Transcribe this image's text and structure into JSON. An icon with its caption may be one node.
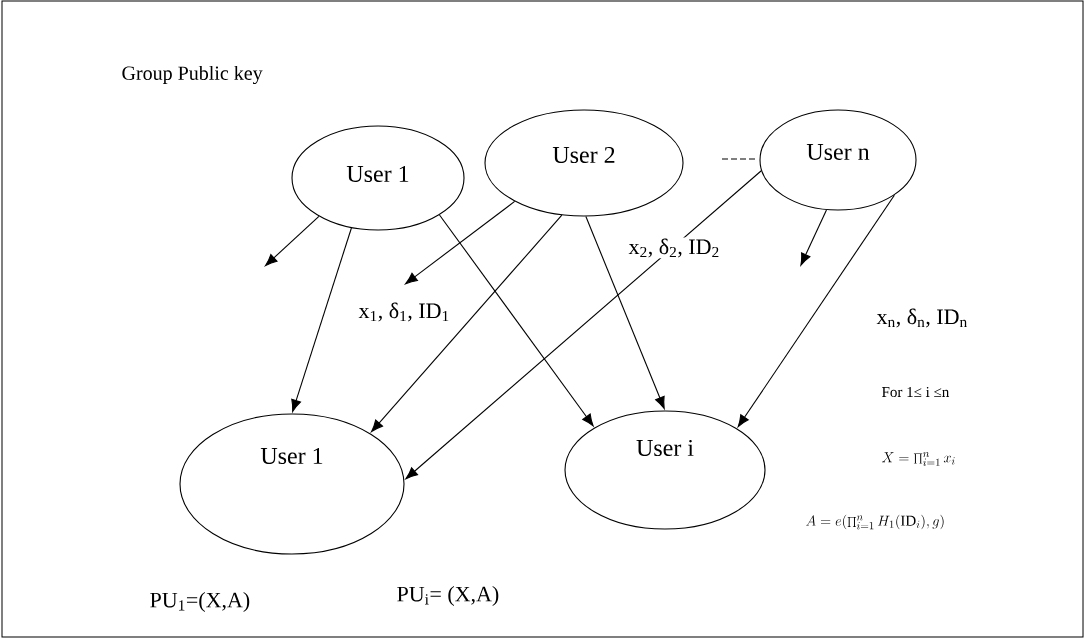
{
  "diagram": {
    "nodes": [
      {
        "text": [
          "Group Public key"
        ]
      },
      {
        "text": [
          "User 1"
        ],
        "in": 0
      },
      {
        "text": [
          "User 2"
        ],
        "in": 0
      },
      {
        "text": [
          "User n"
        ],
        "in": 0
      },
      {
        "text": [
          "User 1"
        ],
        "in": 0
      },
      {
        "text": [
          "User i"
        ],
        "in": 0
      }
    ],
    "edges": [
      {
        "from": 1,
        "to": null,
        "arrow": "to"
      },
      {
        "from": 1,
        "to": 4,
        "arrow": "to"
      },
      {
        "from": 1,
        "to": 5,
        "arrow": "to"
      },
      {
        "from": 2,
        "to": null,
        "arrow": "to"
      },
      {
        "from": 2,
        "to": 4,
        "arrow": "to"
      },
      {
        "from": 2,
        "to": 5,
        "arrow": "to"
      },
      {
        "from": 3,
        "to": 4,
        "arrow": "to"
      },
      {
        "from": 3,
        "to": null,
        "arrow": "to"
      },
      {
        "from": 3,
        "to": 5,
        "arrow": "to"
      }
    ],
    "labels": [
      "x$_{2}$, δ$_{2}$, ID$_{2}$",
      "x$_{1}$, δ$_{1}$, ID$_{1}$",
      "x$_{n}$, δ$_{n}$, ID$_{n}$",
      "For 1≤ i ≤n",
      "X= \\prod_{i=1}^{n} x_{i}",
      "A=e(\\prod_{i=1}^{n} H_{1}(\\mathrm{ID}_{i}),g)",
      "PU$_{1}$=(X,A)",
      "PU$_{i}$= (X,A)"
    ]
  }
}
